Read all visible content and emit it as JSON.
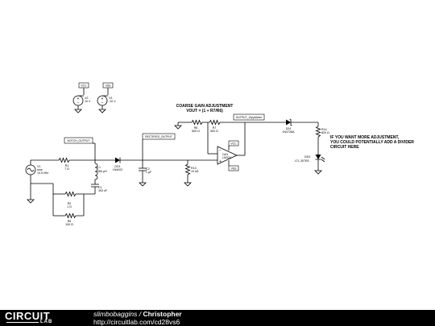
{
  "schematic": {
    "title_line1": "COARSE GAIN ADJUSTMENT",
    "title_line2": "VOUT = (1 + R7/R6)",
    "note_line1": "IF YOU WANT MORE ADJUSTMENT,",
    "note_line2": "YOU COULD POTENTIALLY ADD A DIVIDER",
    "note_line3": "CIRCUIT HERE",
    "nets": {
      "vcc": "VCC",
      "vss": "VSS",
      "notch": "NOTCH_OUTPUT",
      "rectified": "RECTIFIED_OUTPUT",
      "output": "OUTPUT_10ppMohm"
    },
    "components": {
      "v2_name": "V2",
      "v2_value": "10 V",
      "v3_name": "V3",
      "v3_value": "-10 V",
      "v1_name": "V1",
      "v1_type": "sine",
      "v1_freq": "10.5 kHz",
      "r1_name": "R1",
      "r1_value": "7 Ω",
      "l1_name": "L1",
      "l1_value": "465 µH",
      "c1_name": "C1",
      "c1_value": "393 nF",
      "r2_name": "R2",
      "r2_value": "1 Ω",
      "r5_name": "R5",
      "r5_value": "100 Ω",
      "d1_name": "DD1",
      "d1_value": "1N4002",
      "c2_name": "C2",
      "c2_value": "1 µF",
      "r3_name": "R13",
      "r3_value": "10 kΩ",
      "r6_name": "R6",
      "r6_value": "500 Ω",
      "r7_name": "R7",
      "r7_value": "500 Ω",
      "oa_name": "OA1",
      "oa_value": "LM324",
      "d2_name": "D24",
      "d2_value": "1N4728A",
      "r4_name": "R14",
      "r4_value": "820 Ω",
      "led_name": "DD3",
      "led_value": "LTL-307EE"
    }
  },
  "footer": {
    "logo_top": "CIRCUIT",
    "logo_bottom": "LAB",
    "author": "slimbobaggins",
    "separator": " / ",
    "project": "Christopher",
    "url": "http://circuitlab.com/cd28vs6"
  }
}
